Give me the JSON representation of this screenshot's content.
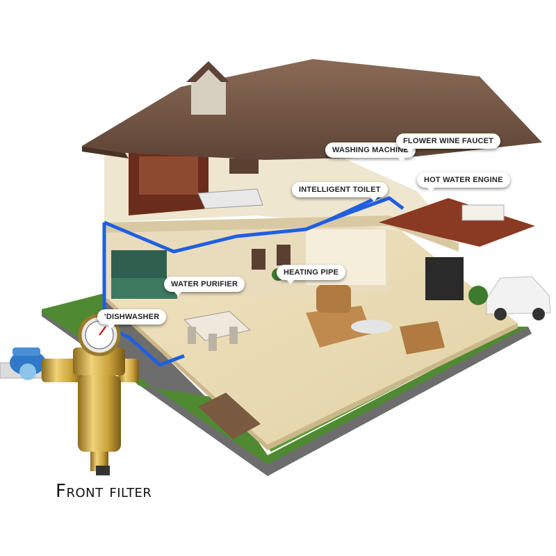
{
  "labels": {
    "washing_machine": "Washing machine",
    "flower_wine_faucet": "Flower wine faucet",
    "hot_water_engine": "Hot water engine",
    "intelligent_toilet": "Intelligent toilet",
    "heating_pipe": "Heating pipe",
    "water_purifier": "Water purifier",
    "dishwasher": "'dishwasher",
    "front_filter": "Front filter"
  },
  "colors": {
    "pipe": "#1f5fe0",
    "roof": "#7a5a48",
    "lawn": "#4f8a32",
    "wall": "#efe6cf",
    "brass": "#c9a13a"
  }
}
